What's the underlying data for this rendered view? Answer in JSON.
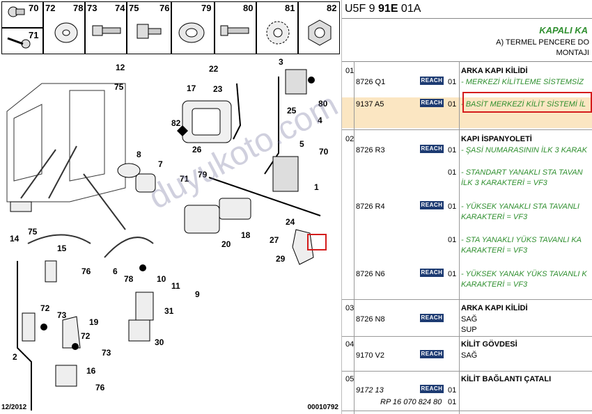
{
  "strip": {
    "cells": [
      "70",
      "72",
      "78",
      "73",
      "74",
      "75",
      "76",
      "79",
      "80",
      "81",
      "82"
    ],
    "sub": "71"
  },
  "callouts": {
    "c12": "12",
    "c75a": "75",
    "c17": "17",
    "c22": "22",
    "c23": "23",
    "c3": "3",
    "c80a": "80",
    "c25": "25",
    "c82": "82",
    "c26": "26",
    "c4": "4",
    "c5": "5",
    "c70": "70",
    "c1": "1",
    "c8": "8",
    "c7": "7",
    "c71": "71",
    "c79": "79",
    "c14": "14",
    "c75b": "75",
    "c20": "20",
    "c18": "18",
    "c27": "27",
    "c24": "24",
    "c29": "29",
    "c15": "15",
    "c76a": "76",
    "c6": "6",
    "c78": "78",
    "c10": "10",
    "c11": "11",
    "c9": "9",
    "c31": "31",
    "c72a": "72",
    "c73a": "73",
    "c19": "19",
    "c2": "2",
    "c72b": "72",
    "c73b": "73",
    "c30": "30",
    "c16": "16",
    "c76b": "76"
  },
  "footer": {
    "left": "12/2012",
    "right": "00010792"
  },
  "header": {
    "code_pre": "U5F 9 ",
    "code_bold": "91E",
    "code_post": " 01A",
    "title": "KAPALI KA",
    "subtitle1": "A) TERMEL PENCERE DO",
    "subtitle2": "MONTAJI"
  },
  "badge": "REACH",
  "rows": [
    {
      "group": "01",
      "ref": "8726 Q1",
      "q": "01",
      "title": "ARKA KAPI KİLİDİ",
      "desc": "- MERKEZİ KİLİTLEME SİSTEMSİZ"
    },
    {
      "ref": "9137 A5",
      "q": "01",
      "desc": "- BASİT MERKEZİ KİLİT SİSTEMİ İL"
    },
    {
      "group": "02",
      "ref": "8726 R3",
      "q": "01",
      "title": "KAPI İSPANYOLETİ",
      "desc": "- ŞASİ NUMARASININ İLK 3 KARAK"
    },
    {
      "q": "01",
      "desc": "- STANDART YANAKLI STA TAVAN",
      "desc2": "İLK 3 KARAKTERİ = VF3"
    },
    {
      "ref": "8726 R4",
      "q": "01",
      "desc": "- YÜKSEK YANAKLI STA TAVANLI",
      "desc2": "KARAKTERİ = VF3"
    },
    {
      "q": "01",
      "desc": "- STA YANAKLI YÜKS TAVANLI KA",
      "desc2": "KARAKTERİ = VF3"
    },
    {
      "ref": "8726 N6",
      "q": "01",
      "desc": "- YÜKSEK YANAK YÜKS TAVANLI K",
      "desc2": "KARAKTERİ = VF3"
    },
    {
      "group": "03",
      "ref": "8726 N8",
      "title": "ARKA KAPI KİLİDİ",
      "desc": "SAĞ",
      "desc2": "SUP"
    },
    {
      "group": "04",
      "ref": "9170 V2",
      "title": "KİLİT GÖVDESİ",
      "desc": "SAĞ"
    },
    {
      "group": "05",
      "ref": "9172 13",
      "ref2": "RP 16 070 824 80",
      "q": "01",
      "q2": "01",
      "title": "KİLİT BAĞLANTI ÇATALI"
    }
  ],
  "watermark": "duyukoto.com"
}
